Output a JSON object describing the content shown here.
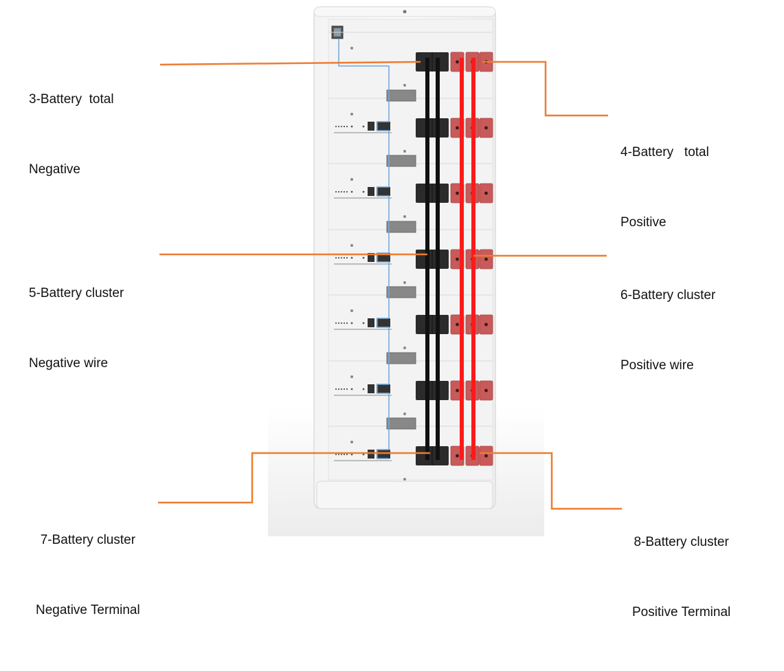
{
  "diagram": {
    "labels": {
      "total_negative": [
        "3-Battery  total",
        "Negative"
      ],
      "total_positive": [
        "4-Battery   total",
        "Positive"
      ],
      "cluster_negative_wire": [
        "5-Battery cluster",
        "Negative wire"
      ],
      "cluster_positive_wire": [
        "6-Battery cluster",
        "Positive wire"
      ],
      "cluster_negative_terminal": [
        "7-Battery cluster",
        "Negative Terminal"
      ],
      "cluster_positive_terminal": [
        "8-Battery cluster",
        "Positive Terminal"
      ]
    },
    "modules": 7,
    "colors": {
      "leader_line": "#ed7d31",
      "negative_cable": "#111111",
      "positive_cable": "#ff1a1a",
      "negative_block": "#2b2b2b",
      "positive_block": "#c95a5a",
      "comm_wire": "#6fa8dc",
      "cabinet": "#f2f2f2",
      "cabinet_edge": "#d9d9d9"
    }
  }
}
